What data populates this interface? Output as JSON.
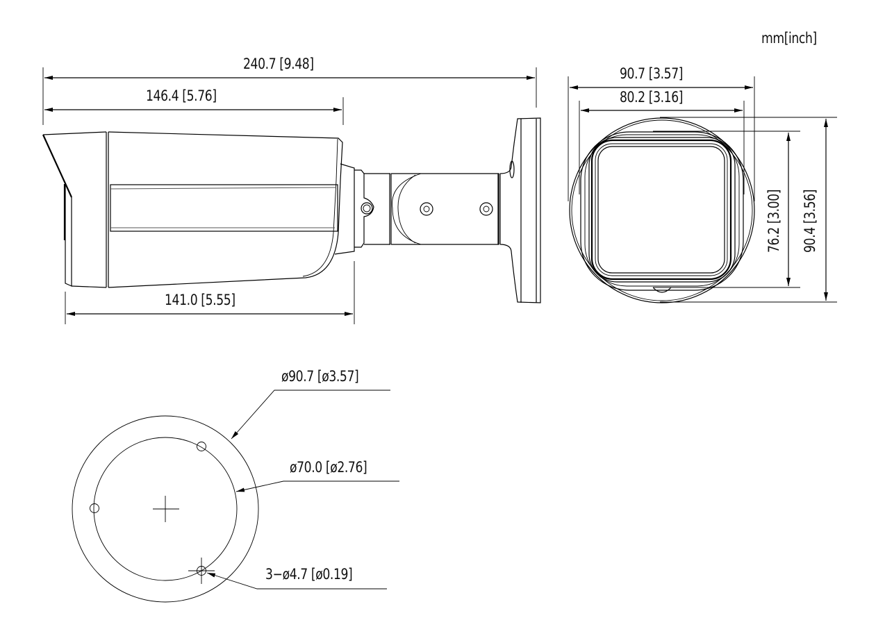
{
  "units_label": "mm[inch]",
  "side_view": {
    "overall_length": "240.7 [9.48]",
    "housing_length": "146.4 [5.76]",
    "body_length": "141.0 [5.55]"
  },
  "front_view": {
    "outer_width": "90.7 [3.57]",
    "inner_width": "80.2 [3.16]",
    "inner_height": "76.2 [3.00]",
    "outer_height": "90.4 [3.56]"
  },
  "mount_base_view": {
    "base_diameter": "ø90.7 [ø3.57]",
    "hole_circle_diameter": "ø70.0 [ø2.76]",
    "mounting_holes": "3−ø4.7 [ø0.19]"
  }
}
